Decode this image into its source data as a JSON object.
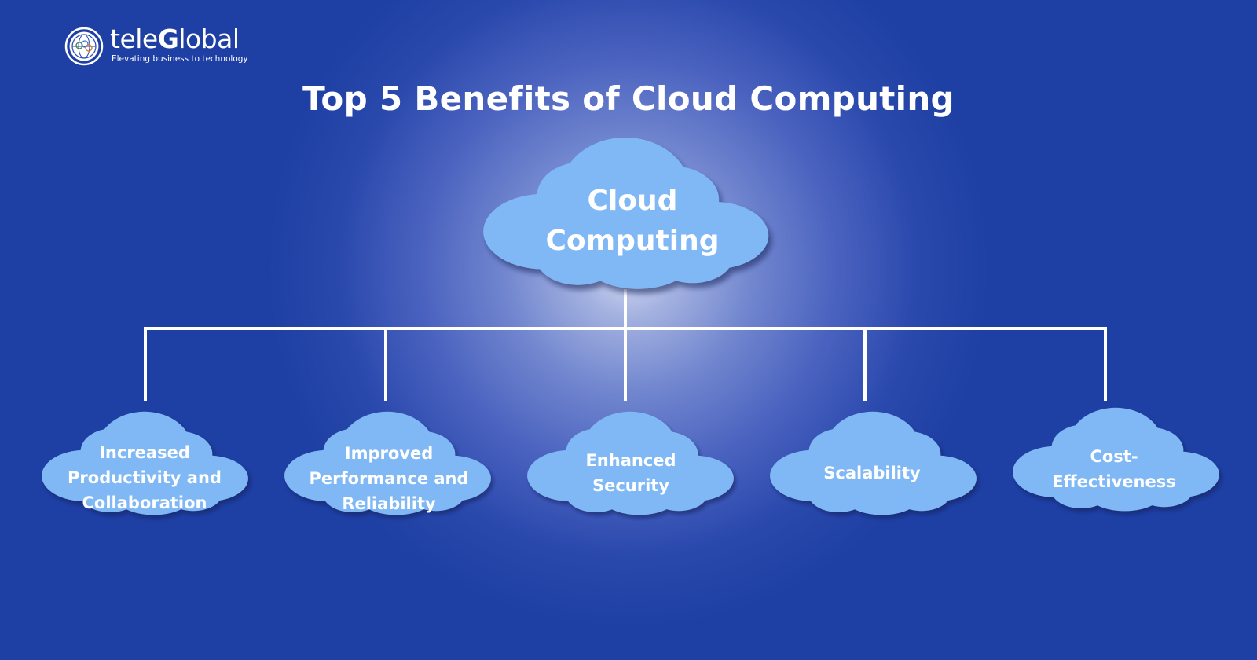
{
  "brand": {
    "name_part1": "tele",
    "name_part2": "G",
    "name_part3": "lobal",
    "tagline": "Elevating business to technology",
    "logo_icon": "globe-seal-icon"
  },
  "title": "Top 5 Benefits of Cloud Computing",
  "colors": {
    "background_dark": "#1e3fa3",
    "background_glow": "#d6dcf2",
    "cloud_fill": "#7fb8f4",
    "connector": "#ffffff",
    "text": "#ffffff"
  },
  "center": {
    "line1": "Cloud",
    "line2": "Computing"
  },
  "benefits": [
    {
      "lines": [
        "Increased",
        "Productivity and",
        "Collaboration"
      ]
    },
    {
      "lines": [
        "Improved",
        "Performance and",
        "Reliability"
      ]
    },
    {
      "lines": [
        "Enhanced",
        "Security"
      ]
    },
    {
      "lines": [
        "Scalability"
      ]
    },
    {
      "lines": [
        "Cost-",
        "Effectiveness"
      ]
    }
  ]
}
